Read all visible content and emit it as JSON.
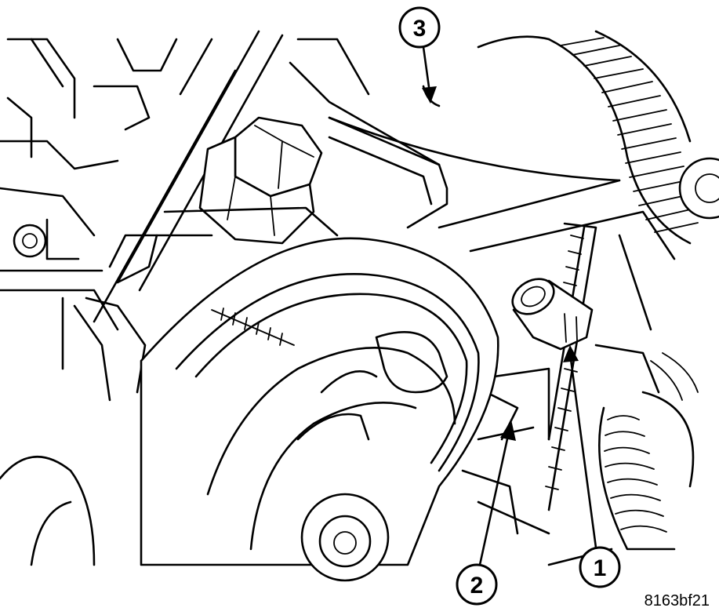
{
  "callouts": [
    {
      "id": "1",
      "label": "1"
    },
    {
      "id": "2",
      "label": "2"
    },
    {
      "id": "3",
      "label": "3"
    }
  ],
  "figure_id": "8163bf21",
  "colors": {
    "line": "#000000",
    "background": "#ffffff"
  }
}
